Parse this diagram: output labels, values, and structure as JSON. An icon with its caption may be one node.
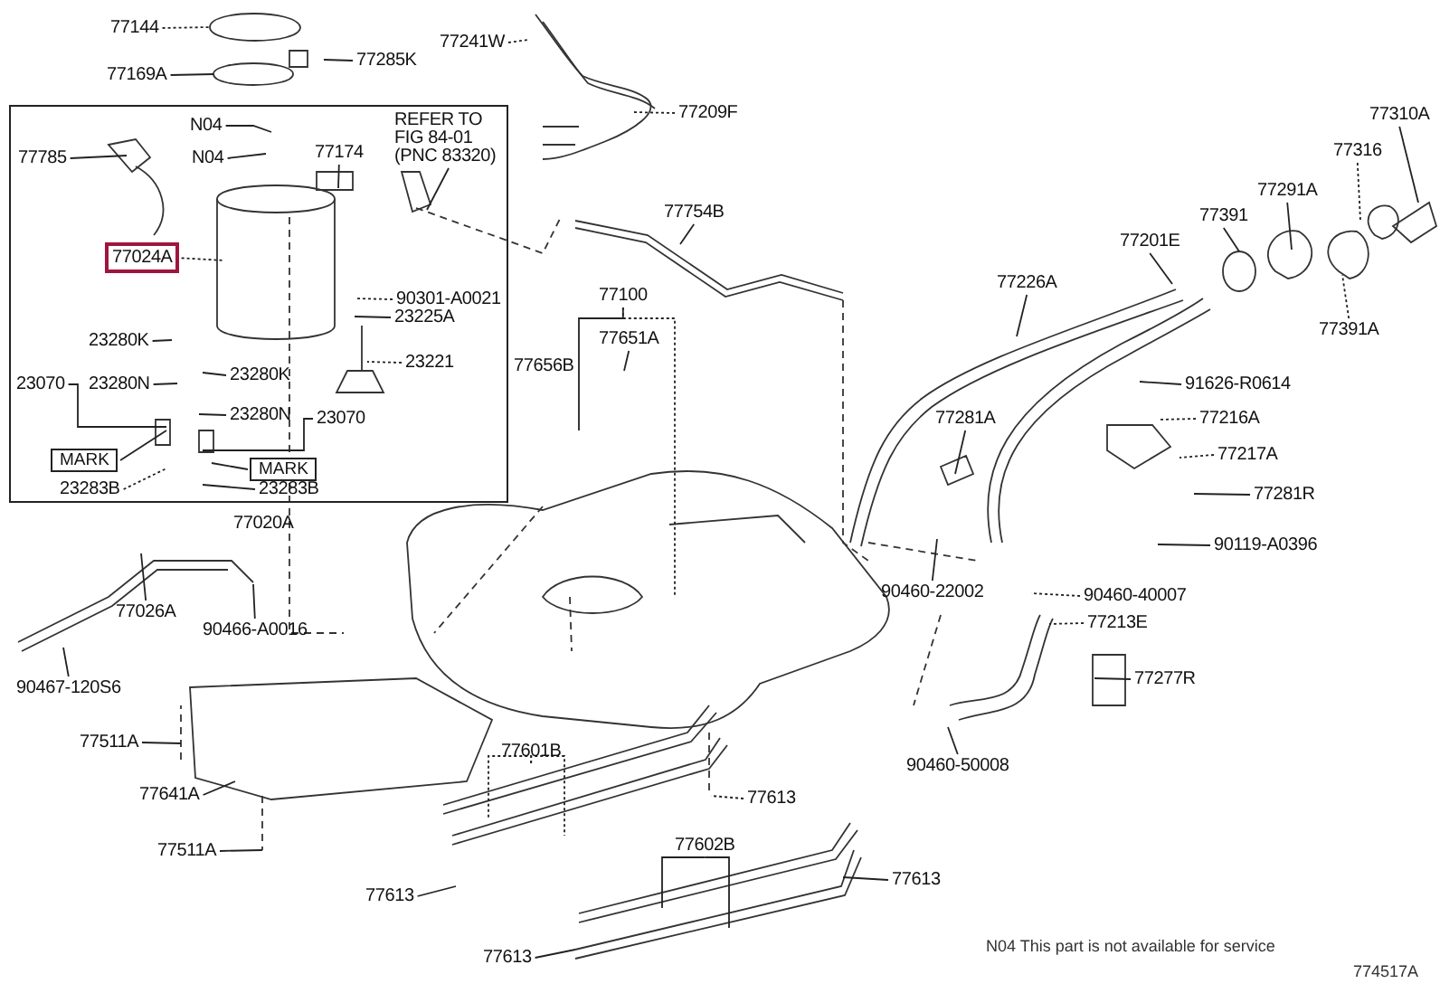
{
  "diagram": {
    "nodes": [
      {
        "text": [
          "77020A"
        ]
      },
      {
        "text": [
          "77144"
        ]
      },
      {
        "text": [
          "77169A"
        ]
      },
      {
        "text": [
          "77285K"
        ]
      },
      {
        "text": [
          "77241W"
        ]
      },
      {
        "text": [
          "77209F"
        ]
      },
      {
        "text": [
          "77754B"
        ]
      },
      {
        "text": [
          "77100"
        ]
      },
      {
        "text": [
          "77651A"
        ]
      },
      {
        "text": [
          "77226A"
        ]
      },
      {
        "text": [
          "77201E"
        ]
      },
      {
        "text": [
          "77391"
        ]
      },
      {
        "text": [
          "77291A"
        ]
      },
      {
        "text": [
          "77310A"
        ]
      },
      {
        "text": [
          "77316"
        ]
      },
      {
        "text": [
          "77391A"
        ]
      },
      {
        "text": [
          "91626-R0614"
        ]
      },
      {
        "text": [
          "77216A"
        ]
      },
      {
        "text": [
          "77217A"
        ]
      },
      {
        "text": [
          "77281R"
        ]
      },
      {
        "text": [
          "90119-A0396"
        ]
      },
      {
        "text": [
          "77281A"
        ]
      },
      {
        "text": [
          "90460-22002"
        ]
      },
      {
        "text": [
          "90460-40007"
        ]
      },
      {
        "text": [
          "77213E"
        ]
      },
      {
        "text": [
          "77277R"
        ]
      },
      {
        "text": [
          "90460-50008"
        ]
      },
      {
        "text": [
          "N04"
        ],
        "in": 0
      },
      {
        "text": [
          "N04"
        ],
        "in": 0
      },
      {
        "text": [
          "77174"
        ],
        "in": 0
      },
      {
        "text": [
          "REFER TO FIG 84-01 (PNC 83320)"
        ],
        "in": 0
      },
      {
        "text": [
          "77785"
        ],
        "in": 0
      },
      {
        "text": [
          "77024A"
        ],
        "in": 0
      },
      {
        "text": [
          "90301-A0021"
        ],
        "in": 0
      },
      {
        "text": [
          "23225A"
        ],
        "in": 0
      },
      {
        "text": [
          "23221"
        ],
        "in": 0
      },
      {
        "text": [
          "23280K"
        ],
        "in": 0
      },
      {
        "text": [
          "23280N"
        ],
        "in": 0
      },
      {
        "text": [
          "23070"
        ],
        "in": 0
      },
      {
        "text": [
          "23280K"
        ],
        "in": 0
      },
      {
        "text": [
          "23280N"
        ],
        "in": 0
      },
      {
        "text": [
          "23070"
        ],
        "in": 0
      },
      {
        "text": [
          "MARK"
        ],
        "in": 0
      },
      {
        "text": [
          "MARK"
        ],
        "in": 0
      },
      {
        "text": [
          "23283B"
        ],
        "in": 0
      },
      {
        "text": [
          "23283B"
        ],
        "in": 0
      },
      {
        "text": [
          "77026A"
        ]
      },
      {
        "text": [
          "90466-A0016"
        ]
      },
      {
        "text": [
          "90467-120S6"
        ]
      },
      {
        "text": [
          "77511A"
        ]
      },
      {
        "text": [
          "77641A"
        ]
      },
      {
        "text": [
          "77511A"
        ]
      },
      {
        "text": [
          "77601B"
        ]
      },
      {
        "text": [
          "77613"
        ]
      },
      {
        "text": [
          "77602B"
        ]
      },
      {
        "text": [
          "77613"
        ]
      },
      {
        "text": [
          "77613"
        ]
      },
      {
        "text": [
          "77613"
        ]
      }
    ],
    "edges": [
      {
        "from": 1,
        "to": null,
        "arrow": "none",
        "style": "dashed"
      },
      {
        "from": 2,
        "to": null,
        "arrow": "none"
      },
      {
        "from": 3,
        "to": null,
        "arrow": "none"
      },
      {
        "from": 4,
        "to": null,
        "arrow": "none",
        "style": "dashed"
      },
      {
        "from": 5,
        "to": null,
        "arrow": "none",
        "style": "dashed"
      },
      {
        "from": 6,
        "to": null,
        "arrow": "none"
      },
      {
        "from": 7,
        "to": null,
        "arrow": "none"
      },
      {
        "from": 7,
        "to": null,
        "arrow": "none",
        "style": "dashed"
      },
      {
        "from": 8,
        "to": null,
        "arrow": "none"
      },
      {
        "from": 9,
        "to": null,
        "arrow": "none"
      },
      {
        "from": 10,
        "to": null,
        "arrow": "none"
      },
      {
        "from": 11,
        "to": null,
        "arrow": "none"
      },
      {
        "from": 12,
        "to": null,
        "arrow": "none"
      },
      {
        "from": 13,
        "to": null,
        "arrow": "none"
      },
      {
        "from": 14,
        "to": null,
        "arrow": "none",
        "style": "dashed"
      },
      {
        "from": 15,
        "to": null,
        "arrow": "none",
        "style": "dashed"
      },
      {
        "from": 16,
        "to": null,
        "arrow": "none"
      },
      {
        "from": 17,
        "to": null,
        "arrow": "none",
        "style": "dashed"
      },
      {
        "from": 18,
        "to": null,
        "arrow": "none",
        "style": "dashed"
      },
      {
        "from": 19,
        "to": null,
        "arrow": "none"
      },
      {
        "from": 20,
        "to": null,
        "arrow": "none"
      },
      {
        "from": 21,
        "to": null,
        "arrow": "none"
      },
      {
        "from": 22,
        "to": null,
        "arrow": "none"
      },
      {
        "from": 23,
        "to": null,
        "arrow": "none",
        "style": "dashed"
      },
      {
        "from": 24,
        "to": null,
        "arrow": "none",
        "style": "dashed"
      },
      {
        "from": 25,
        "to": null,
        "arrow": "none"
      },
      {
        "from": 26,
        "to": null,
        "arrow": "none"
      },
      {
        "from": 27,
        "to": null,
        "arrow": "none"
      },
      {
        "from": 28,
        "to": null,
        "arrow": "none"
      },
      {
        "from": 29,
        "to": null,
        "arrow": "none"
      },
      {
        "from": 30,
        "to": null,
        "arrow": "none"
      },
      {
        "from": 31,
        "to": null,
        "arrow": "none"
      },
      {
        "from": 32,
        "to": null,
        "arrow": "none",
        "style": "dashed"
      },
      {
        "from": 33,
        "to": null,
        "arrow": "none",
        "style": "dashed"
      },
      {
        "from": 34,
        "to": null,
        "arrow": "none"
      },
      {
        "from": 35,
        "to": null,
        "arrow": "none",
        "style": "dashed"
      },
      {
        "from": 36,
        "to": null,
        "arrow": "none"
      },
      {
        "from": 37,
        "to": null,
        "arrow": "none"
      },
      {
        "from": 38,
        "to": null,
        "arrow": "none"
      },
      {
        "from": 39,
        "to": null,
        "arrow": "none"
      },
      {
        "from": 40,
        "to": null,
        "arrow": "none"
      },
      {
        "from": 41,
        "to": null,
        "arrow": "none"
      },
      {
        "from": 42,
        "to": null,
        "arrow": "none"
      },
      {
        "from": 43,
        "to": null,
        "arrow": "none"
      },
      {
        "from": 44,
        "to": null,
        "arrow": "none",
        "style": "dashed"
      },
      {
        "from": 45,
        "to": null,
        "arrow": "none"
      },
      {
        "from": 46,
        "to": null,
        "arrow": "none"
      },
      {
        "from": 47,
        "to": null,
        "arrow": "none"
      },
      {
        "from": 48,
        "to": null,
        "arrow": "none"
      },
      {
        "from": 49,
        "to": null,
        "arrow": "none"
      },
      {
        "from": 50,
        "to": null,
        "arrow": "none"
      },
      {
        "from": 51,
        "to": null,
        "arrow": "none"
      },
      {
        "from": 52,
        "to": null,
        "arrow": "none",
        "style": "dashed"
      },
      {
        "from": 52,
        "to": null,
        "arrow": "none",
        "style": "dashed"
      },
      {
        "from": 53,
        "to": null,
        "arrow": "none",
        "style": "dashed"
      },
      {
        "from": 54,
        "to": null,
        "arrow": "none"
      },
      {
        "from": 54,
        "to": null,
        "arrow": "none"
      },
      {
        "from": 55,
        "to": null,
        "arrow": "none"
      },
      {
        "from": 56,
        "to": null,
        "arrow": "none"
      },
      {
        "from": 57,
        "to": null,
        "arrow": "none"
      }
    ],
    "labels": [
      "77656B",
      "N04 This part is not available for service",
      "774517A"
    ]
  }
}
